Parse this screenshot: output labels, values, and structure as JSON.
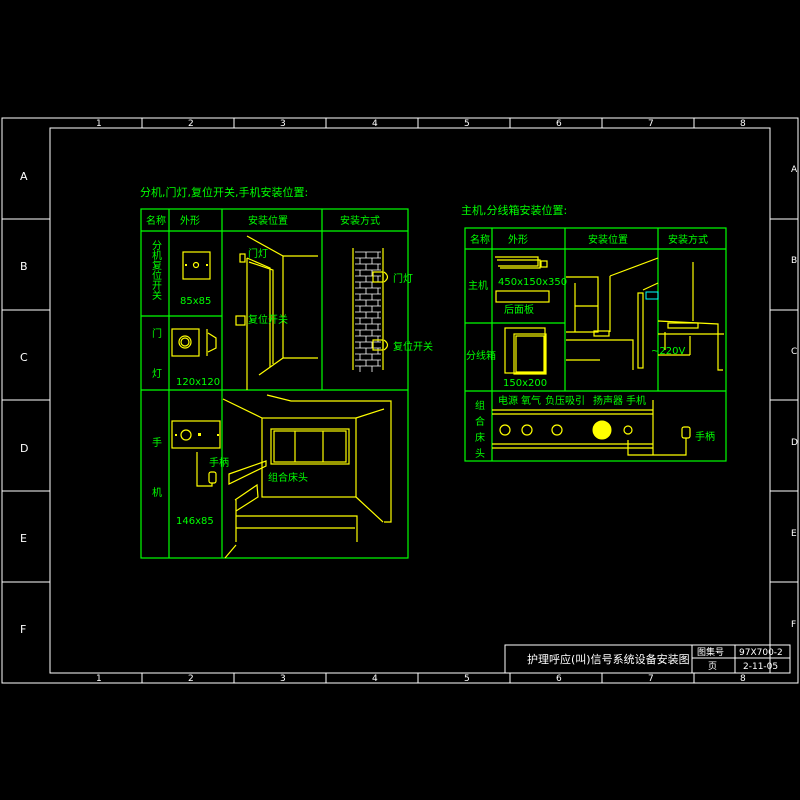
{
  "frame": {
    "columns": [
      "1",
      "2",
      "3",
      "4",
      "5",
      "6",
      "7",
      "8"
    ],
    "rows": [
      "A",
      "B",
      "C",
      "D",
      "E",
      "F"
    ]
  },
  "left_section": {
    "title": "分机,门灯,复位开关,手机安装位置:",
    "headers": [
      "名称",
      "外形",
      "安装位置",
      "安装方式"
    ],
    "rows": [
      {
        "name": "分机复位开关",
        "size": "85x85",
        "labels": [
          "门灯",
          "复位开关"
        ],
        "method_labels": [
          "门灯",
          "复位开关"
        ]
      },
      {
        "name": "门灯",
        "size": "120x120"
      },
      {
        "name": "手机",
        "size": "146x85",
        "labels": [
          "手柄",
          "组合床头"
        ]
      }
    ]
  },
  "right_section": {
    "title": "主机,分线箱安装位置:",
    "headers": [
      "名称",
      "外形",
      "安装位置",
      "安装方式"
    ],
    "rows": [
      {
        "name": "主机",
        "size": "450x150x350",
        "sub": "后面板"
      },
      {
        "name": "分线箱",
        "size": "150x200",
        "voltage": "~220V"
      },
      {
        "name": "组合床头",
        "labels": [
          "电源",
          "氧气",
          "负压吸引",
          "扬声器",
          "手机",
          "手柄"
        ]
      }
    ]
  },
  "title_block": {
    "drawing_title": "护理呼应(叫)信号系统设备安装图",
    "atlas_label": "图集号",
    "atlas_no": "97X700-2",
    "page_label": "页",
    "page_no": "2-11-05"
  }
}
